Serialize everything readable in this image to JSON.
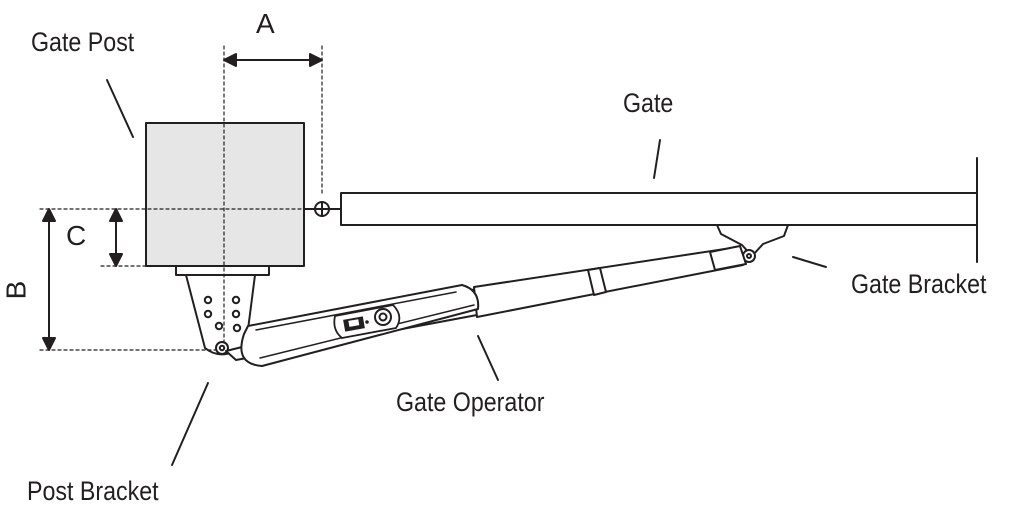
{
  "labels": {
    "gate_post": "Gate Post",
    "gate": "Gate",
    "gate_bracket": "Gate Bracket",
    "gate_operator": "Gate Operator",
    "post_bracket": "Post Bracket"
  },
  "dimensions": {
    "a": "A",
    "b": "B",
    "c": "C"
  },
  "colors": {
    "line": "#231f20",
    "post_fill": "#e6e6e6",
    "operator_fill": "#ffffff"
  }
}
